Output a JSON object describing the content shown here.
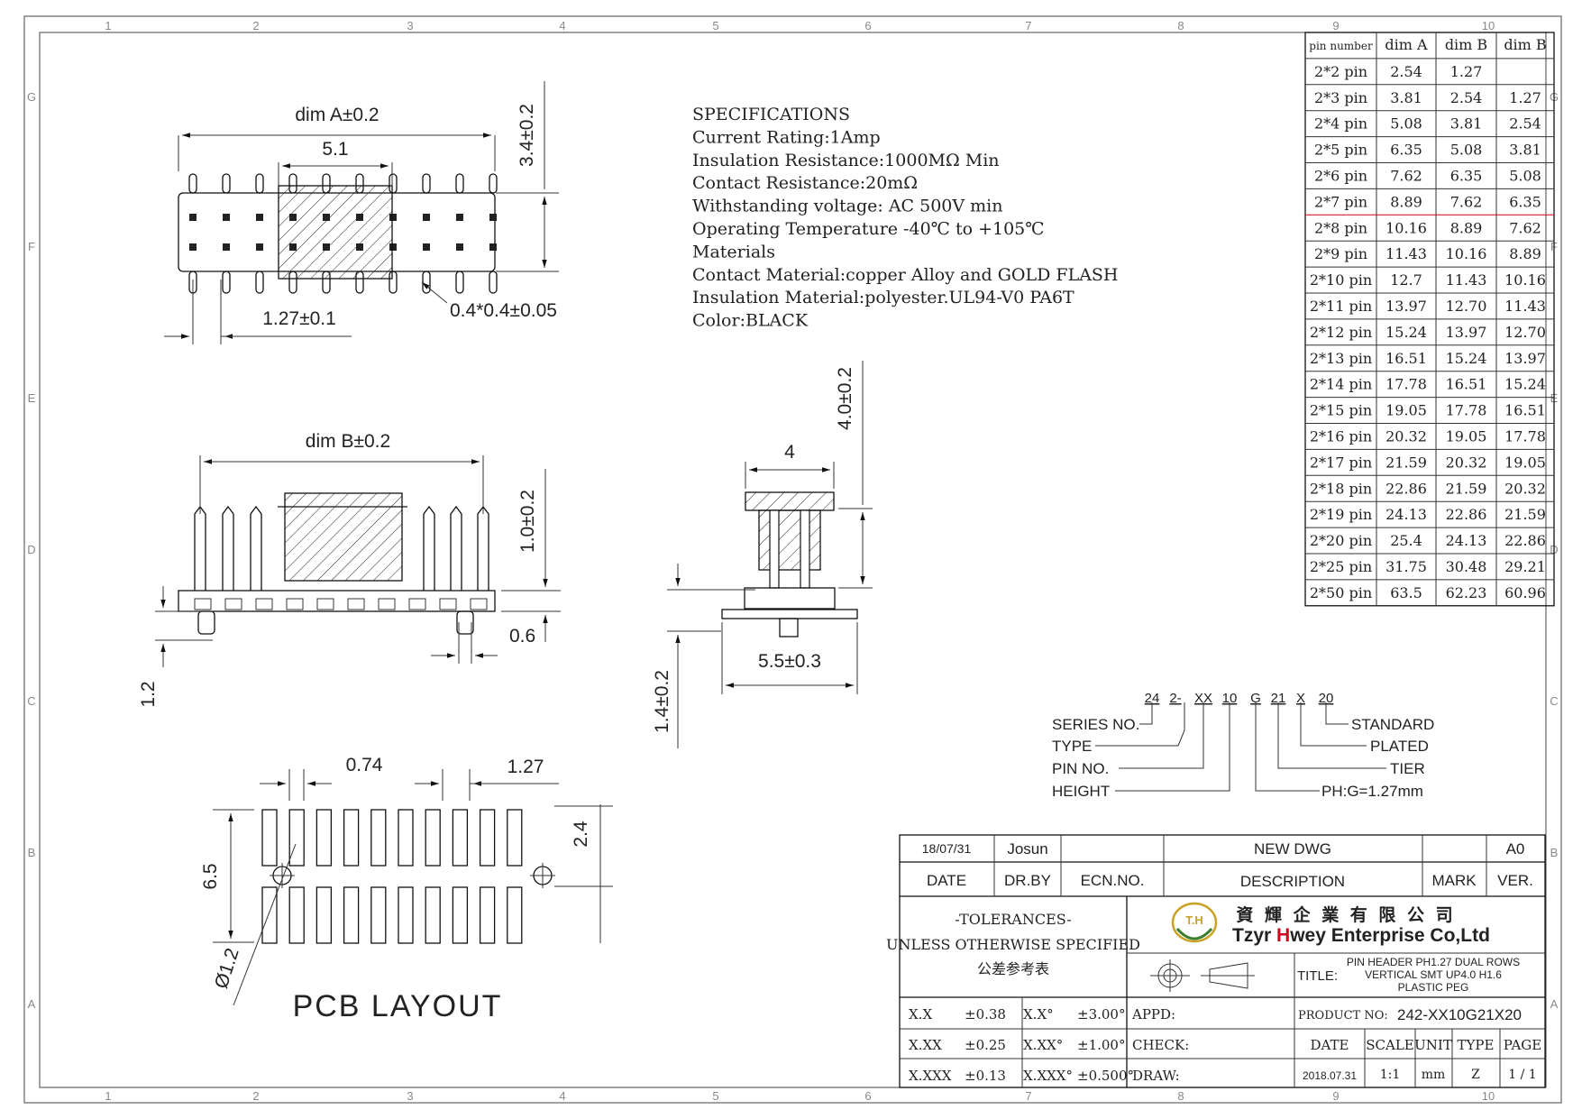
{
  "zones": {
    "columns": [
      "1",
      "2",
      "3",
      "4",
      "5",
      "6",
      "7",
      "8",
      "9",
      "10"
    ],
    "rows": [
      "G",
      "F",
      "E",
      "D",
      "C",
      "B",
      "A"
    ]
  },
  "top_view": {
    "dim_a": "dim A±0.2",
    "d_5_1": "5.1",
    "d_3_4": "3.4±0.2",
    "d_1_27": "1.27±0.1",
    "d_pin": "0.4*0.4±0.05"
  },
  "side_view": {
    "dim_b": "dim B±0.2",
    "d_1_0": "1.0±0.2",
    "d_0_6": "0.6",
    "d_1_2": "1.2"
  },
  "end_view": {
    "d_4_0": "4.0±0.2",
    "d_4": "4",
    "d_5_5": "5.5±0.3",
    "d_1_4": "1.4±0.2"
  },
  "pcb": {
    "d_0_74": "0.74",
    "d_1_27": "1.27",
    "d_2_4": "2.4",
    "d_6_5": "6.5",
    "d_hole": "Ø1.2",
    "title": "PCB LAYOUT"
  },
  "specs": [
    "SPECIFICATIONS",
    "Current Rating:1Amp",
    "Insulation Resistance:1000MΩ  Min",
    "Contact Resistance:20mΩ",
    "Withstanding voltage: AC 500V min",
    "Operating Temperature -40℃ to +105℃",
    "Materials",
    "Contact Material:copper Alloy and GOLD FLASH",
    "Insulation Material:polyester.UL94-V0 PA6T",
    "Color:BLACK"
  ],
  "dim_table": {
    "headers": [
      "pin number",
      "dim A",
      "dim B",
      "dim B"
    ],
    "rows": [
      [
        "2*2 pin",
        "2.54",
        "1.27",
        ""
      ],
      [
        "2*3 pin",
        "3.81",
        "2.54",
        "1.27"
      ],
      [
        "2*4 pin",
        "5.08",
        "3.81",
        "2.54"
      ],
      [
        "2*5 pin",
        "6.35",
        "5.08",
        "3.81"
      ],
      [
        "2*6 pin",
        "7.62",
        "6.35",
        "5.08"
      ],
      [
        "2*7 pin",
        "8.89",
        "7.62",
        "6.35"
      ],
      [
        "2*8 pin",
        "10.16",
        "8.89",
        "7.62"
      ],
      [
        "2*9 pin",
        "11.43",
        "10.16",
        "8.89"
      ],
      [
        "2*10 pin",
        "12.7",
        "11.43",
        "10.16"
      ],
      [
        "2*11 pin",
        "13.97",
        "12.70",
        "11.43"
      ],
      [
        "2*12 pin",
        "15.24",
        "13.97",
        "12.70"
      ],
      [
        "2*13 pin",
        "16.51",
        "15.24",
        "13.97"
      ],
      [
        "2*14 pin",
        "17.78",
        "16.51",
        "15.24"
      ],
      [
        "2*15 pin",
        "19.05",
        "17.78",
        "16.51"
      ],
      [
        "2*16 pin",
        "20.32",
        "19.05",
        "17.78"
      ],
      [
        "2*17 pin",
        "21.59",
        "20.32",
        "19.05"
      ],
      [
        "2*18 pin",
        "22.86",
        "21.59",
        "20.32"
      ],
      [
        "2*19 pin",
        "24.13",
        "22.86",
        "21.59"
      ],
      [
        "2*20 pin",
        "25.4",
        "24.13",
        "22.86"
      ],
      [
        "2*25 pin",
        "31.75",
        "30.48",
        "29.21"
      ],
      [
        "2*50 pin",
        "63.5",
        "62.23",
        "60.96"
      ]
    ]
  },
  "part_code": {
    "segments": [
      "24",
      "2-",
      "XX",
      "10",
      "G",
      "21",
      "X",
      "20"
    ],
    "left_labels": [
      "SERIES  NO.",
      "TYPE",
      "PIN  NO.",
      "HEIGHT"
    ],
    "right_labels": [
      "STANDARD",
      "PLATED",
      "TIER",
      "PH:G=1.27mm"
    ]
  },
  "title_block": {
    "date_value": "18/07/31",
    "drawn_by": "Josun",
    "description_value": "NEW  DWG",
    "ver_value": "A0",
    "date_label": "DATE",
    "drby_label": "DR.BY",
    "ecn_label": "ECN.NO.",
    "desc_label": "DESCRIPTION",
    "mark_label": "MARK",
    "ver_label": "VER.",
    "tol_title": "-TOLERANCES-",
    "tol_sub": "UNLESS OTHERWISE SPECIFIED",
    "tol_cn": "公差参考表",
    "logo_letters": "T.H",
    "company_cn": "資 輝 企 業 有 限 公 司",
    "company_en_1": "Tzyr ",
    "company_en_2": "H",
    "company_en_3": "wey Enterprise Co,Ltd",
    "title_label": "TITLE:",
    "title_lines": [
      "PIN HEADER PH1.27 DUAL ROWS",
      "VERTICAL SMT UP4.0 H1.6",
      "PLASTIC PEG"
    ],
    "tolerances": [
      [
        "X.X",
        "±0.38",
        "X.X°",
        "±3.00°"
      ],
      [
        "X.XX",
        "±0.25",
        "X.XX°",
        "±1.00°"
      ],
      [
        "X.XXX",
        "±0.13",
        "X.XXX°",
        "±0.500°"
      ]
    ],
    "appd_label": "APPD:",
    "check_label": "CHECK:",
    "draw_label": "DRAW:",
    "product_label": "PRODUCT NO:",
    "product_value": "242-XX10G21X20",
    "info_headers": [
      "DATE",
      "SCALE",
      "UNIT",
      "TYPE",
      "PAGE"
    ],
    "info_values": [
      "2018.07.31",
      "1:1",
      "mm",
      "Z",
      "1 / 1"
    ]
  },
  "colors": {
    "lines": "#111111",
    "red_accent": "#d0021b",
    "logo_gold": "#c9a227",
    "logo_green": "#3a7d2c"
  }
}
